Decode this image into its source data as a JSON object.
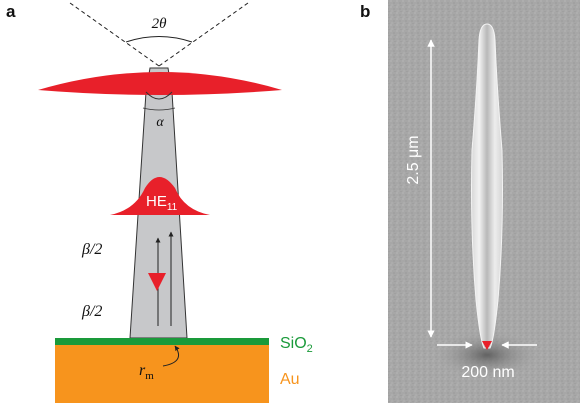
{
  "panel_a": {
    "label": "a",
    "angle_label": "2θ",
    "alpha_label": "α",
    "mode_label": "HE",
    "mode_subscript": "11",
    "beta_label_upper": "β/2",
    "beta_label_lower": "β/2",
    "r_label": "r",
    "r_subscript": "m",
    "oxide_label": "SiO",
    "oxide_subscript": "2",
    "metal_label": "Au",
    "colors": {
      "field": "#e8202a",
      "wire": "#c7c8ca",
      "oxide": "#1a9a3a",
      "gold": "#f7941d",
      "oxide_text": "#1a9a3a",
      "gold_text": "#f7941d"
    }
  },
  "panel_b": {
    "label": "b",
    "length_label": "2.5 μm",
    "width_label": "200 nm",
    "colors": {
      "background": "#a9a9a9",
      "marker": "#e8202a"
    }
  }
}
